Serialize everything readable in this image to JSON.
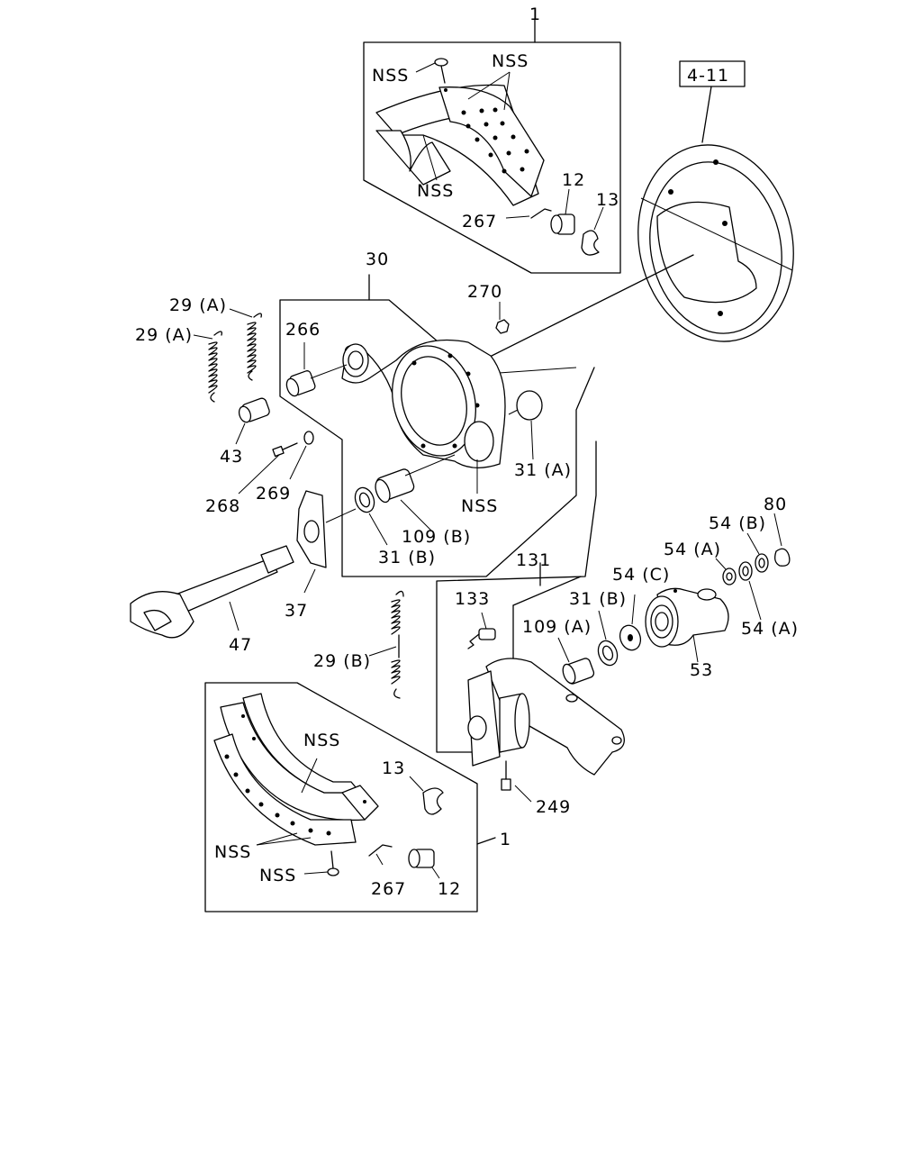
{
  "ref_box": "4-11",
  "labels": {
    "l_1_top": "1",
    "l_nss_bolt_top": "NSS",
    "l_nss_lining_top": "NSS",
    "l_nss_shoe_top": "NSS",
    "l_12_top": "12",
    "l_13_top": "13",
    "l_267_top": "267",
    "l_30": "30",
    "l_270": "270",
    "l_266": "266",
    "l_29a_1": "29 (A)",
    "l_29a_2": "29 (A)",
    "l_43": "43",
    "l_268": "268",
    "l_269": "269",
    "l_31a": "31 (A)",
    "l_nss_spider": "NSS",
    "l_109b": "109 (B)",
    "l_31b_left": "31 (B)",
    "l_37": "37",
    "l_47": "47",
    "l_131": "131",
    "l_133": "133",
    "l_31b_right": "31 (B)",
    "l_109a": "109 (A)",
    "l_54c": "54 (C)",
    "l_54a_1": "54 (A)",
    "l_54b": "54 (B)",
    "l_80": "80",
    "l_54a_2": "54 (A)",
    "l_53": "53",
    "l_29b": "29 (B)",
    "l_249": "249",
    "l_nss_lining_bot": "NSS",
    "l_13_bot": "13",
    "l_nss_shoe_bot": "NSS",
    "l_nss_bolt_bot": "NSS",
    "l_267_bot": "267",
    "l_12_bot": "12",
    "l_1_bot": "1"
  }
}
